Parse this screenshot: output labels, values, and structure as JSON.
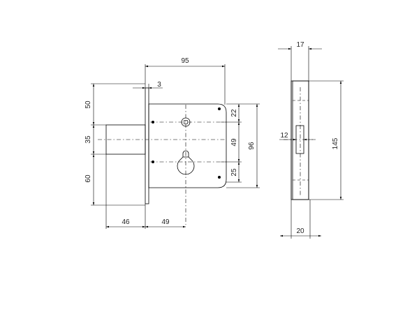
{
  "colors": {
    "body_fill": "#c9ddf3",
    "cylinder_fill": "#d4d4d4",
    "line": "#000000"
  },
  "front_view": {
    "dim_width_top": "95",
    "dim_plate_thickness": "3",
    "dim_top_to_cylinder": "50",
    "dim_cylinder_height": "35",
    "dim_cylinder_to_bottom": "60",
    "dim_cylinder_projection": "46",
    "dim_backset": "49",
    "dim_top_hole_offset": "22",
    "dim_hole_spacing": "49",
    "dim_bottom_hole_offset": "25",
    "dim_body_height": "96"
  },
  "side_view": {
    "dim_top_width": "17",
    "dim_bolt_width": "12",
    "dim_faceplate_height": "145",
    "dim_bottom_width": "20"
  }
}
